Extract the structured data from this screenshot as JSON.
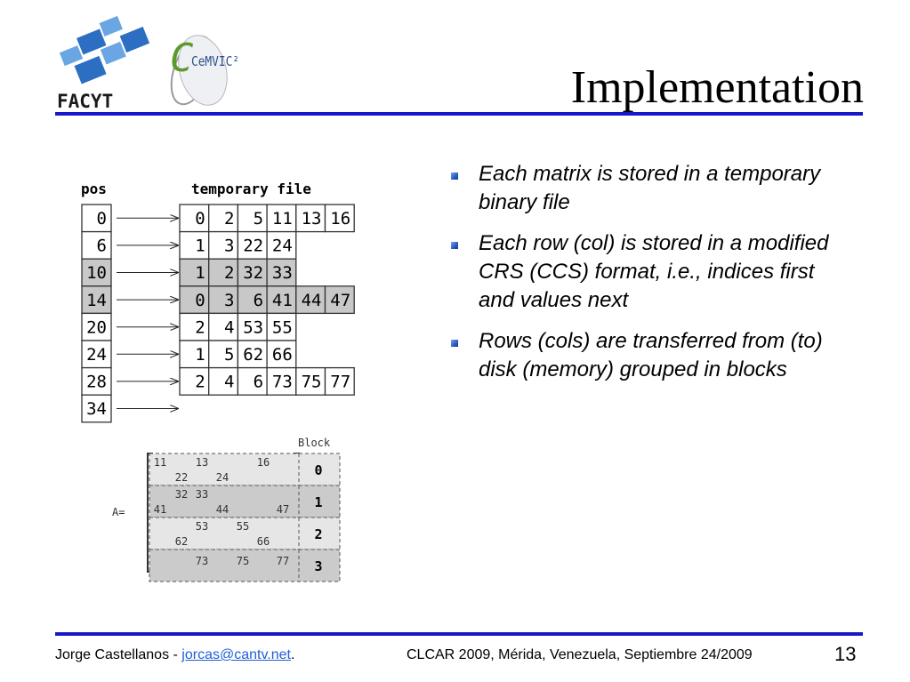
{
  "slide": {
    "title": "Implementation",
    "bullets": [
      "Each matrix is stored in a temporary binary file",
      "Each row (col) is stored in a modified CRS (CCS) format, i.e., indices first and values next",
      "Rows (cols) are transferred from (to) disk (memory) grouped in blocks"
    ]
  },
  "logos": {
    "facyt_text": "FACYT",
    "cemvic_text": "CeMVIC²"
  },
  "storage_diagram": {
    "pos_label": "pos",
    "file_label": "temporary file",
    "pos_values": [
      "0",
      "6",
      "10",
      "14",
      "20",
      "24",
      "28",
      "34"
    ],
    "rows": [
      [
        "0",
        "2",
        "5",
        "11",
        "13",
        "16"
      ],
      [
        "1",
        "3",
        "22",
        "24"
      ],
      [
        "1",
        "2",
        "32",
        "33"
      ],
      [
        "0",
        "3",
        "6",
        "41",
        "44",
        "47"
      ],
      [
        "2",
        "4",
        "53",
        "55"
      ],
      [
        "1",
        "5",
        "62",
        "66"
      ],
      [
        "2",
        "4",
        "6",
        "73",
        "75",
        "77"
      ]
    ],
    "highlighted_rows": [
      2,
      3
    ]
  },
  "block_diagram": {
    "matrix_label": "A=",
    "block_label": "Block",
    "block_ids": [
      "0",
      "1",
      "2",
      "3"
    ],
    "entries": [
      "11",
      "13",
      "16",
      "22",
      "24",
      "32",
      "33",
      "41",
      "44",
      "47",
      "53",
      "55",
      "62",
      "66",
      "73",
      "75",
      "77"
    ]
  },
  "footer": {
    "author": "Jorge Castellanos - ",
    "email": "jorcas@cantv.net",
    "author_suffix": ".",
    "event": "CLCAR 2009, Mérida, Venezuela, Septiembre 24/2009",
    "page_number": "13"
  },
  "colors": {
    "rule": "#1818c8",
    "highlight": "#c8c8c8",
    "block_light": "#e6e6e6",
    "block_dark": "#cbcbcb"
  }
}
